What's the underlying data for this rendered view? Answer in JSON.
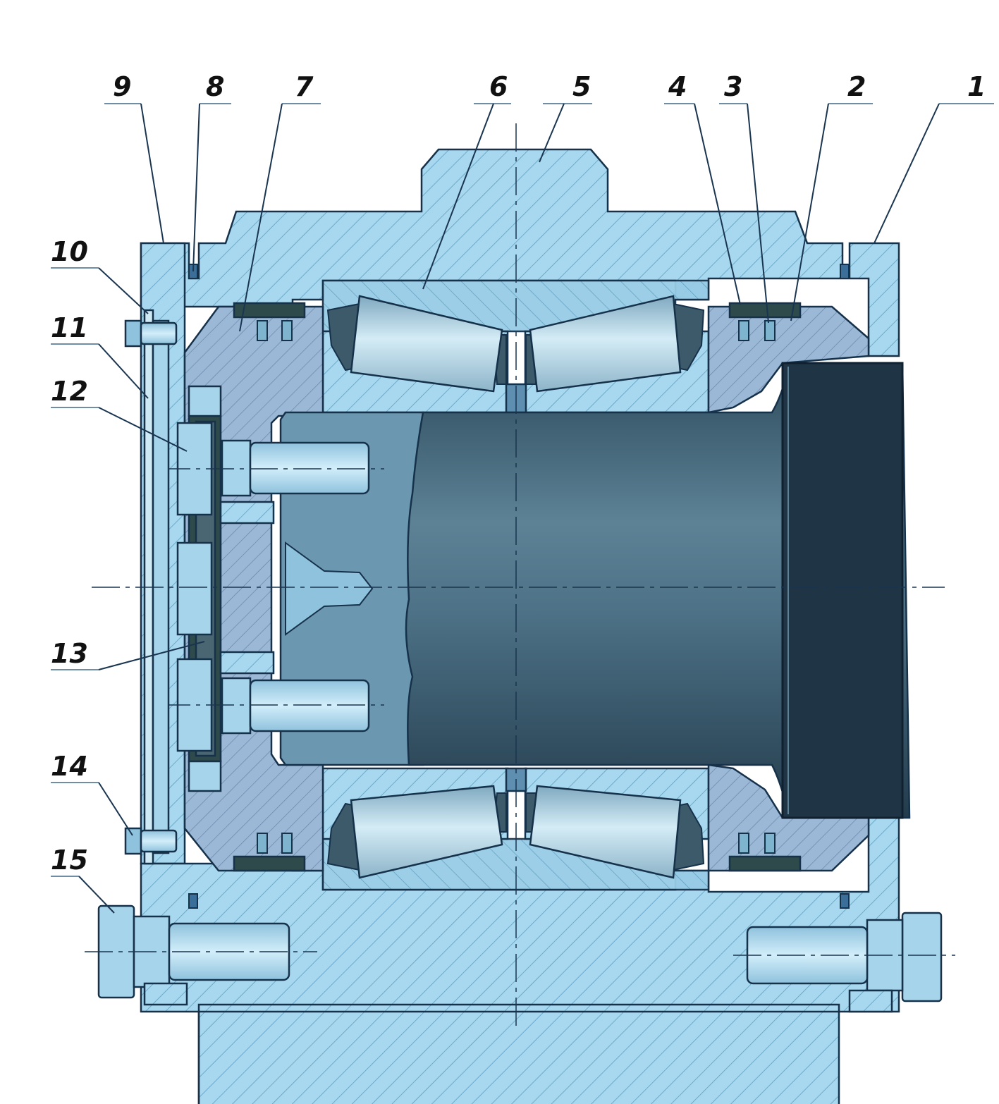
{
  "callouts": [
    {
      "id": "1",
      "label": "1"
    },
    {
      "id": "2",
      "label": "2"
    },
    {
      "id": "3",
      "label": "3"
    },
    {
      "id": "4",
      "label": "4"
    },
    {
      "id": "5",
      "label": "5"
    },
    {
      "id": "6",
      "label": "6"
    },
    {
      "id": "7",
      "label": "7"
    },
    {
      "id": "8",
      "label": "8"
    },
    {
      "id": "9",
      "label": "9"
    },
    {
      "id": "10",
      "label": "10"
    },
    {
      "id": "11",
      "label": "11"
    },
    {
      "id": "12",
      "label": "12"
    },
    {
      "id": "13",
      "label": "13"
    },
    {
      "id": "14",
      "label": "14"
    },
    {
      "id": "15",
      "label": "15"
    }
  ],
  "colors": {
    "housing": "#a8d8ef",
    "housing_hatch": "#5f9fbf",
    "hub": "#8cc6e4",
    "seal_dark": "#2f4a4a",
    "cage": "#6f8fb0",
    "roller": "#b9dcea",
    "shaft": "#3d5f74",
    "shaft_dark": "#1f3545",
    "outline": "#16314a"
  }
}
